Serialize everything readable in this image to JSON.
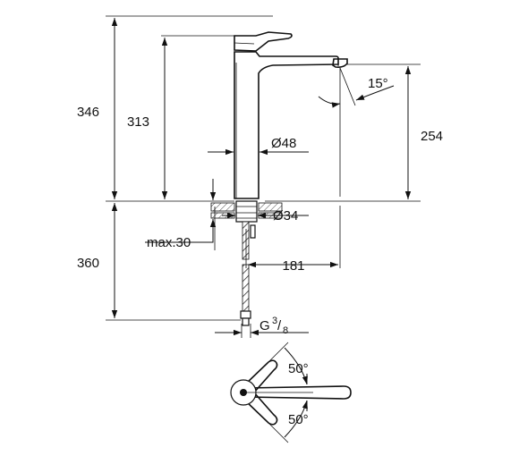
{
  "dimensions": {
    "total_height": "346",
    "body_height": "313",
    "spout_height": "254",
    "below_deck": "360",
    "reach": "181",
    "body_diameter": "Ø48",
    "hole_diameter": "Ø34",
    "deck_thickness": "max.30",
    "spout_angle": "15°",
    "connection_prefix": "G",
    "connection_num": "3",
    "connection_den": "8",
    "lever_angle_top": "50°",
    "lever_angle_bottom": "50°"
  },
  "colors": {
    "line": "#111111",
    "background": "#ffffff"
  }
}
